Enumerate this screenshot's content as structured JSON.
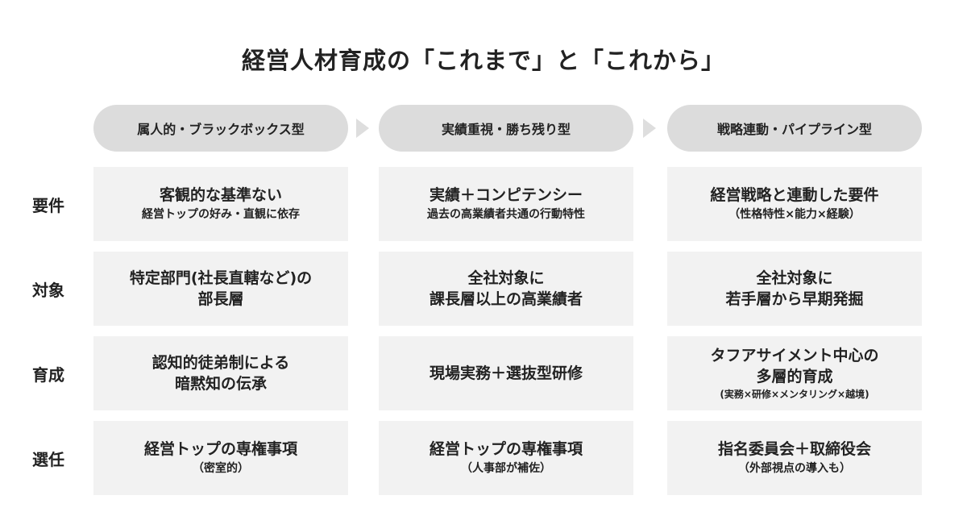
{
  "title": "経営人材育成の「これまで」と「これから」",
  "headers": [
    "属人的・ブラックボックス型",
    "実績重視・勝ち残り型",
    "戦略連動・パイプライン型"
  ],
  "rows": [
    {
      "label": "要件",
      "cells": [
        {
          "lines": [
            "客観的な基準ない"
          ],
          "sub": "経営トップの好み・直観に依存"
        },
        {
          "lines": [
            "実績＋コンピテンシー"
          ],
          "sub": "過去の高業績者共通の行動特性"
        },
        {
          "lines": [
            "経営戦略と連動した要件"
          ],
          "sub": "（性格特性×能力×経験）"
        }
      ]
    },
    {
      "label": "対象",
      "cells": [
        {
          "lines": [
            "特定部門(社長直轄など)の",
            "部長層"
          ],
          "sub": null
        },
        {
          "lines": [
            "全社対象に",
            "課長層以上の高業績者"
          ],
          "sub": null
        },
        {
          "lines": [
            "全社対象に",
            "若手層から早期発掘"
          ],
          "sub": null
        }
      ]
    },
    {
      "label": "育成",
      "cells": [
        {
          "lines": [
            "認知的徒弟制による",
            "暗黙知の伝承"
          ],
          "sub": null
        },
        {
          "lines": [
            "現場実務＋選抜型研修"
          ],
          "sub": null
        },
        {
          "lines": [
            "タフアサイメント中心の",
            "多層的育成"
          ],
          "sub": "(実務×研修×メンタリング×越境)"
        }
      ]
    },
    {
      "label": "選任",
      "cells": [
        {
          "lines": [
            "経営トップの専権事項"
          ],
          "sub": "（密室的）"
        },
        {
          "lines": [
            "経営トップの専権事項"
          ],
          "sub": "（人事部が補佐）"
        },
        {
          "lines": [
            "指名委員会＋取締役会"
          ],
          "sub": "（外部視点の導入も）"
        }
      ]
    }
  ]
}
